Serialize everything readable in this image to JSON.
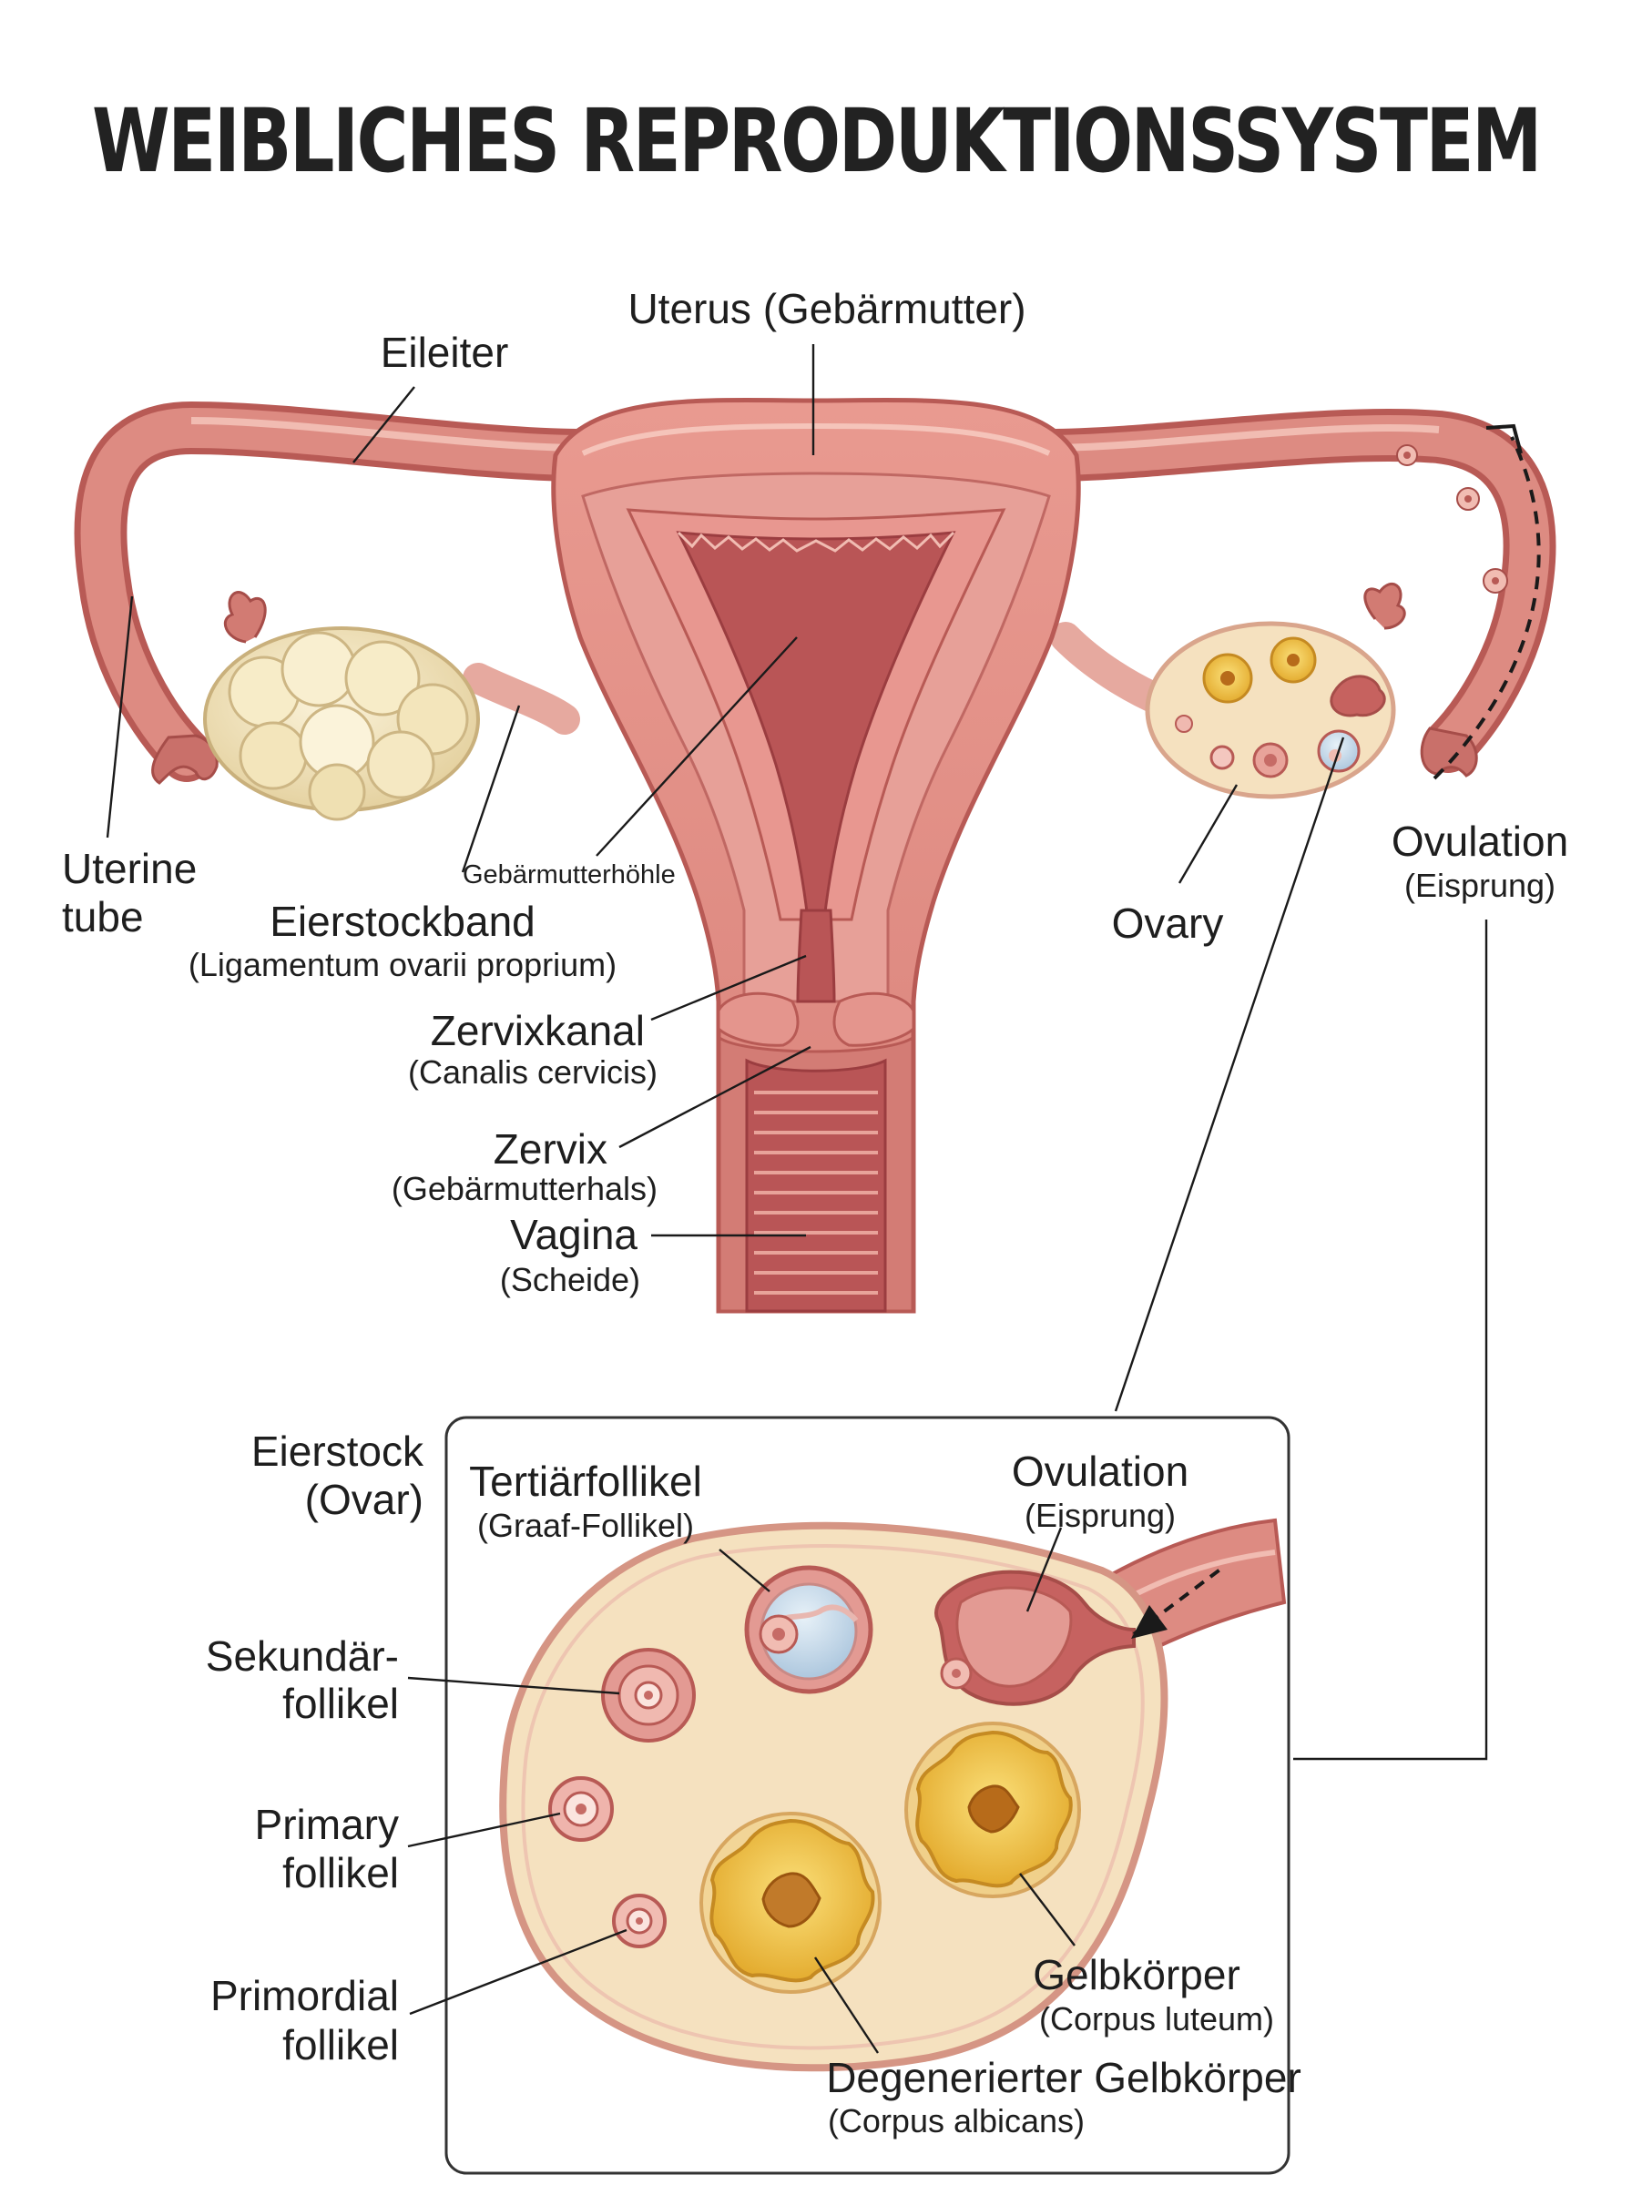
{
  "title": "WEIBLICHES REPRODUKTIONSSYSTEM",
  "labels": {
    "uterus": "Uterus (Gebärmutter)",
    "eileiter": "Eileiter",
    "uterine_tube_1": "Uterine",
    "uterine_tube_2": "tube",
    "gebaermutterhoehle": "Gebärmutterhöhle",
    "eierstockband": "Eierstockband",
    "eierstockband_sub": "(Ligamentum ovarii proprium)",
    "zervixkanal": "Zervixkanal",
    "zervixkanal_sub": "(Canalis cervicis)",
    "zervix": "Zervix",
    "zervix_sub": "(Gebärmutterhals)",
    "vagina": "Vagina",
    "vagina_sub": "(Scheide)",
    "ovary": "Ovary",
    "ovulation": "Ovulation",
    "ovulation_sub": "(Eisprung)"
  },
  "inset": {
    "eierstock_1": "Eierstock",
    "eierstock_2": "(Ovar)",
    "tertiaer": "Tertiärfollikel",
    "tertiaer_sub": "(Graaf-Follikel)",
    "ovulation": "Ovulation",
    "ovulation_sub": "(Eisprung)",
    "sekundaer_1": "Sekundär-",
    "sekundaer_2": "follikel",
    "primary_1": "Primary",
    "primary_2": "follikel",
    "primordial_1": "Primordial",
    "primordial_2": "follikel",
    "gelbkoerper": "Gelbkörper",
    "gelbkoerper_sub": "(Corpus luteum)",
    "degeneriert": "Degenerierter Gelbkörper",
    "degeneriert_sub": "(Corpus albicans)"
  },
  "colors": {
    "tissue": "#dd8b82",
    "tissue_dark": "#b85a55",
    "tissue_light": "#f1bcb2",
    "cavity": "#b95556",
    "ovary_fill": "#f5e1bf",
    "luteum": "#f1c73e",
    "text": "#1e1e1e"
  }
}
